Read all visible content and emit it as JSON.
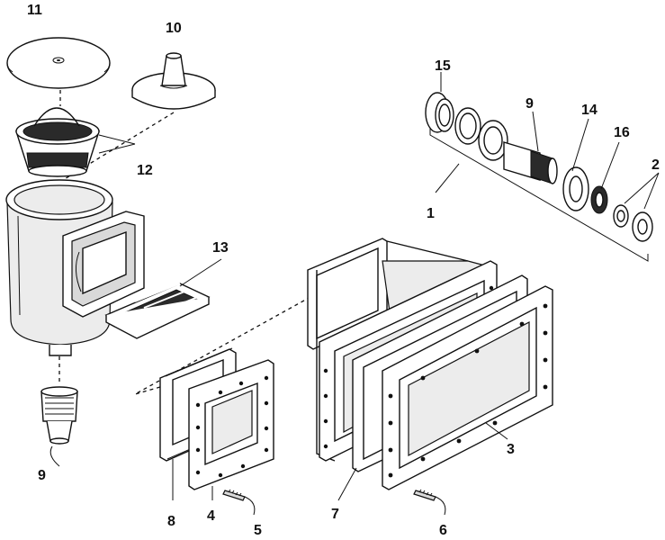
{
  "labels": {
    "part_1": "1",
    "part_2": "2",
    "part_3": "3",
    "part_4": "4",
    "part_5": "5",
    "part_6": "6",
    "part_7": "7",
    "part_8": "8",
    "part_9a": "9",
    "part_9b": "9",
    "part_10": "10",
    "part_11": "11",
    "part_12": "12",
    "part_13": "13",
    "part_14": "14",
    "part_15": "15",
    "part_16": "16"
  }
}
